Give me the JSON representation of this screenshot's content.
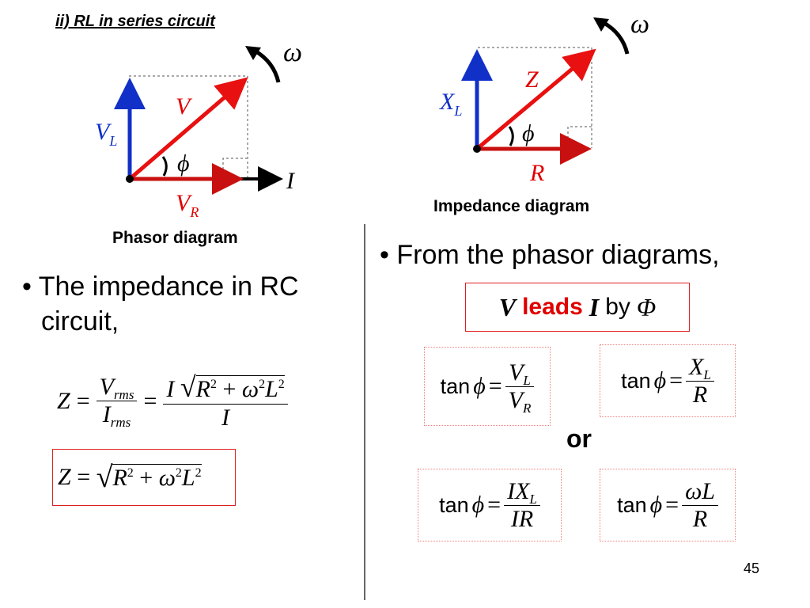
{
  "title": "ii) RL in series circuit",
  "phasor": {
    "caption": "Phasor diagram",
    "omega": "ω",
    "V": "V",
    "VL_main": "V",
    "VL_sub": "L",
    "VR_main": "V",
    "VR_sub": "R",
    "phi": "ϕ",
    "I": "I"
  },
  "impedance": {
    "caption": "Impedance diagram",
    "omega": "ω",
    "Z": "Z",
    "XL_main": "X",
    "XL_sub": "L",
    "R": "R",
    "phi": "ϕ"
  },
  "left_bullet": {
    "line1": "• The impedance in RC",
    "line2": "circuit,"
  },
  "right_bullet": {
    "line1": "• From the phasor diagrams,"
  },
  "leads_box": {
    "V": "V",
    "leads": "leads",
    "I": "I",
    "by": "by",
    "phi": "Φ"
  },
  "or_text": "or",
  "page_number": "45",
  "colors": {
    "red_arrow": "#e81010",
    "blue_arrow": "#1030c8",
    "dark_red_arrow": "#c81010",
    "black": "#000000",
    "box_red": "#e02020",
    "label_red": "#e00000"
  }
}
